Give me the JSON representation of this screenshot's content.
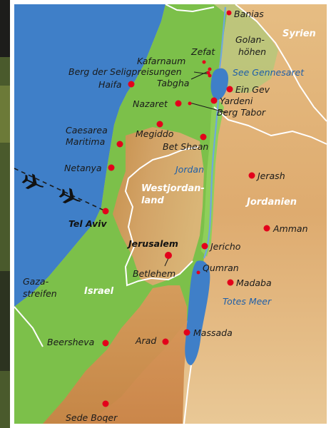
{
  "map": {
    "cities": [
      {
        "id": "banias",
        "label": "Banias"
      },
      {
        "id": "zefat",
        "label": "Zefat"
      },
      {
        "id": "kafarnaum",
        "label": "Kafarnaum"
      },
      {
        "id": "berg-seligpreisungen",
        "label": "Berg der Seligpreisungen"
      },
      {
        "id": "tabgha",
        "label": "Tabgha"
      },
      {
        "id": "haifa",
        "label": "Haifa"
      },
      {
        "id": "ein-gev",
        "label": "Ein Gev"
      },
      {
        "id": "yardeni",
        "label": "Yardeni"
      },
      {
        "id": "nazaret",
        "label": "Nazaret"
      },
      {
        "id": "berg-tabor",
        "label": "Berg Tabor"
      },
      {
        "id": "caesarea",
        "label": "Caesarea Maritima"
      },
      {
        "id": "megiddo",
        "label": "Megiddo"
      },
      {
        "id": "bet-shean",
        "label": "Bet Shean"
      },
      {
        "id": "netanya",
        "label": "Netanya"
      },
      {
        "id": "jerash",
        "label": "Jerash"
      },
      {
        "id": "tel-aviv",
        "label": "Tel Aviv"
      },
      {
        "id": "amman",
        "label": "Amman"
      },
      {
        "id": "jerusalem",
        "label": "Jerusalem"
      },
      {
        "id": "jericho",
        "label": "Jericho"
      },
      {
        "id": "betlehem",
        "label": "Betlehem"
      },
      {
        "id": "qumran",
        "label": "Qumran"
      },
      {
        "id": "madaba",
        "label": "Madaba"
      },
      {
        "id": "massada",
        "label": "Massada"
      },
      {
        "id": "arad",
        "label": "Arad"
      },
      {
        "id": "beersheva",
        "label": "Beersheva"
      },
      {
        "id": "sede-boqer",
        "label": "Sede Boqer"
      }
    ],
    "regions": {
      "syrien": "Syrien",
      "golan_l1": "Golan-",
      "golan_l2": "höhen",
      "westjordanland_l1": "Westjordan-",
      "westjordanland_l2": "land",
      "jordanien": "Jordanien",
      "israel": "Israel",
      "gaza_l1": "Gaza-",
      "gaza_l2": "streifen"
    },
    "waters": {
      "see_gennesaret": "See Gennesaret",
      "jordan": "Jordan",
      "totes_meer": "Totes Meer"
    },
    "colors": {
      "sea": "#3f7fc8",
      "coast_green": "#7cc04a",
      "highland": "#d89a5c",
      "desert": "#e9c48c",
      "city_dot": "#e3001b",
      "border": "#ffffff"
    }
  }
}
